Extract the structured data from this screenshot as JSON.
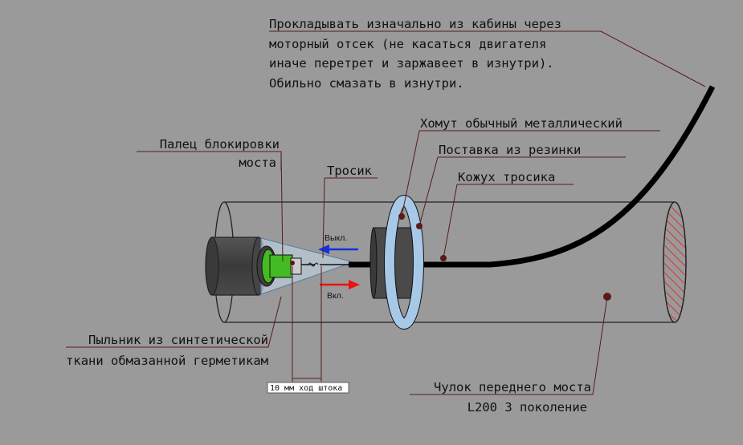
{
  "annotations": {
    "routing_note": [
      "Прокладывать изначально из кабины через",
      "моторный отсек (не касаться двигателя",
      "иначе перетрет и заржавеет в изнутри).",
      "Обильно смазать в изнутри."
    ],
    "clamp": "Хомут обычный металлический",
    "rubber_spacer": "Поставка из резинки",
    "cable_sheath": "Кожух тросика",
    "locking_pin": [
      "Палец блокировки",
      "моста"
    ],
    "cable": "Тросик",
    "dust_boot": [
      "Пыльник из синтетической",
      "ткани обмазанной герметикам"
    ],
    "axle_housing": [
      "Чулок переднего моста",
      "L200 3 поколение"
    ],
    "off_label": "Выкл.",
    "on_label": "Вкл.",
    "stroke_dimension": "10 мм ход штока"
  },
  "colors": {
    "background": "#9a9a9a",
    "leader": "#5a1a1a",
    "clamp_band": "#a8c8e8",
    "actuator_green": "#44bb22",
    "off_arrow": "#1133dd",
    "on_arrow": "#ee1111",
    "hatch": "#e03030"
  }
}
